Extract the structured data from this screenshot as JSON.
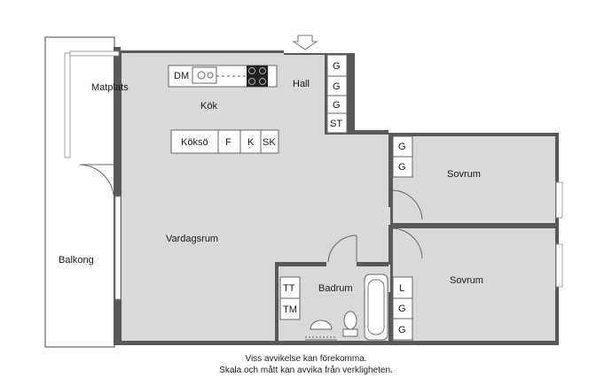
{
  "rooms": {
    "matplats": "Matplats",
    "kok": "Kök",
    "hall": "Hall",
    "vardagsrum": "Vardagsrum",
    "balkong": "Balkong",
    "sovrum_1": "Sovrum",
    "sovrum_2": "Sovrum",
    "badrum": "Badrum"
  },
  "fixtures": {
    "dm": "DM",
    "koksoe": "Köksö",
    "f": "F",
    "k": "K",
    "sk": "SK",
    "hall_wardrobes": [
      "G",
      "G",
      "G",
      "ST"
    ],
    "sovrum1_wardrobes": [
      "G",
      "G"
    ],
    "sovrum2_wardrobes": [
      "L",
      "G",
      "G"
    ],
    "tt": "TT",
    "tm": "TM"
  },
  "disclaimer": {
    "line1": "Viss avvikelse kan förekomma.",
    "line2": "Skala och mått kan avvika från verkligheten."
  }
}
